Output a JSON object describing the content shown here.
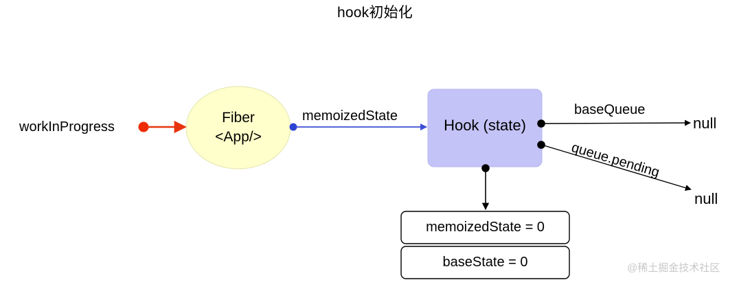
{
  "title": "hook初始化",
  "watermark": "@稀土掘金技术社区",
  "nodes": {
    "source": {
      "label": "workInProgress"
    },
    "fiber": {
      "line1": "Fiber",
      "line2": "<App/>",
      "fill": "#ffffcc",
      "stroke": "#d6d68a"
    },
    "hook": {
      "label": "Hook (state)",
      "fill": "#c3c3f8",
      "stroke": "#b0b0ea"
    },
    "null_base_queue": {
      "label": "null"
    },
    "null_queue_pending": {
      "label": "null"
    }
  },
  "edges": {
    "work_in_progress_to_fiber": {
      "label": "",
      "color": "#e8340c"
    },
    "fiber_to_hook": {
      "label": "memoizedState",
      "color": "#3b4ed6"
    },
    "hook_to_base_queue": {
      "label": "baseQueue",
      "color": "#000000"
    },
    "hook_to_queue_pending": {
      "label": "queue.pending",
      "color": "#000000"
    },
    "hook_to_properties": {
      "label": "",
      "color": "#000000"
    }
  },
  "properties": {
    "rows": [
      {
        "label": "memoizedState = 0"
      },
      {
        "label": "baseState = 0"
      }
    ]
  }
}
